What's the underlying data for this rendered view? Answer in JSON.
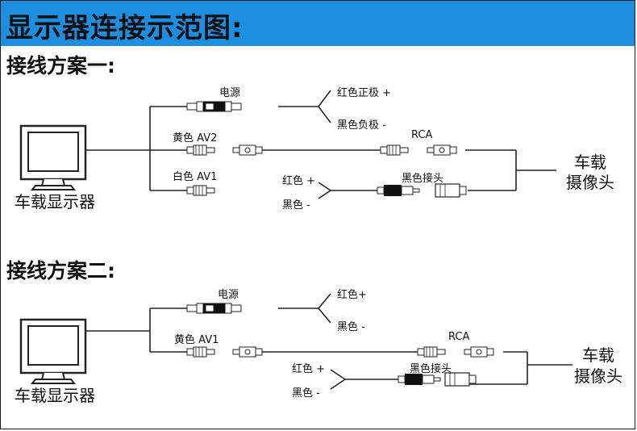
{
  "title": "显示器连接示范图:",
  "colors": {
    "banner": "#1e8fe0",
    "line": "#222222"
  },
  "schemes": [
    {
      "title": "接线方案一:",
      "monitor_label": "车载显示器",
      "camera_label_line1": "车载",
      "camera_label_line2": "摄像头",
      "power_label": "电源",
      "red_positive": "红色正极 +",
      "black_negative": "黑色负极 -",
      "yellow_av": "黄色 AV2",
      "rca_label": "RCA",
      "white_av": "白色 AV1",
      "red_wire": "红色 +",
      "black_wire": "黑色 -",
      "black_connector": "黑色接头"
    },
    {
      "title": "接线方案二:",
      "monitor_label": "车载显示器",
      "camera_label_line1": "车载",
      "camera_label_line2": "摄像头",
      "power_label": "电源",
      "red_positive": "红色+",
      "black_negative": "黑色 -",
      "yellow_av": "黄色 AV1",
      "rca_label": "RCA",
      "red_wire": "红色 +",
      "black_wire": "黑色 -",
      "black_connector": "黑色接头"
    }
  ]
}
